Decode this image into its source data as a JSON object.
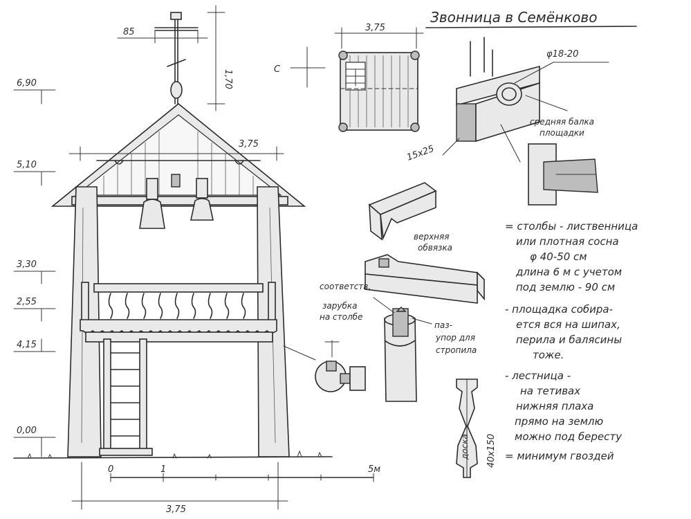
{
  "title": "Звонница в Семёнково",
  "levels": {
    "l690": "6,90",
    "l510": "5,10",
    "l330": "3,30",
    "l255": "2,55",
    "l415": "4,15",
    "l000": "0,00"
  },
  "dims": {
    "cross_width": "85",
    "cross_height": "1,70",
    "roof_overhang": "3,75",
    "base_width": "3,75",
    "plan_width": "3,75",
    "plan_side": "С",
    "beam_diam": "φ18-20",
    "beam_section": "15х25",
    "board_size": "40х150"
  },
  "scale": {
    "s0": "0",
    "s1": "1",
    "s5": "5м"
  },
  "labels": {
    "middle_beam_1": "средняя балка",
    "middle_beam_2": "площадки",
    "top_band_1": "верхняя",
    "top_band_2": "обвязка",
    "notch_1": "соответств.",
    "notch_2": "зарубка",
    "notch_3": "на столбе",
    "groove_1": "паз-",
    "groove_2": "упор для",
    "groove_3": "стропила",
    "board": "доска"
  },
  "notes": [
    "= столбы - лиственница",
    "или плотная сосна",
    "φ 40-50 см",
    "длина 6 м с учетом",
    "под землю - 90 см",
    "- площадка собира-",
    "ется вся на шипах,",
    "перила и балясины",
    "тоже.",
    "- лестница -",
    "на тетивах",
    "нижняя плаха",
    "прямо на землю",
    "можно под бересту",
    "= минимум гвоздей"
  ]
}
